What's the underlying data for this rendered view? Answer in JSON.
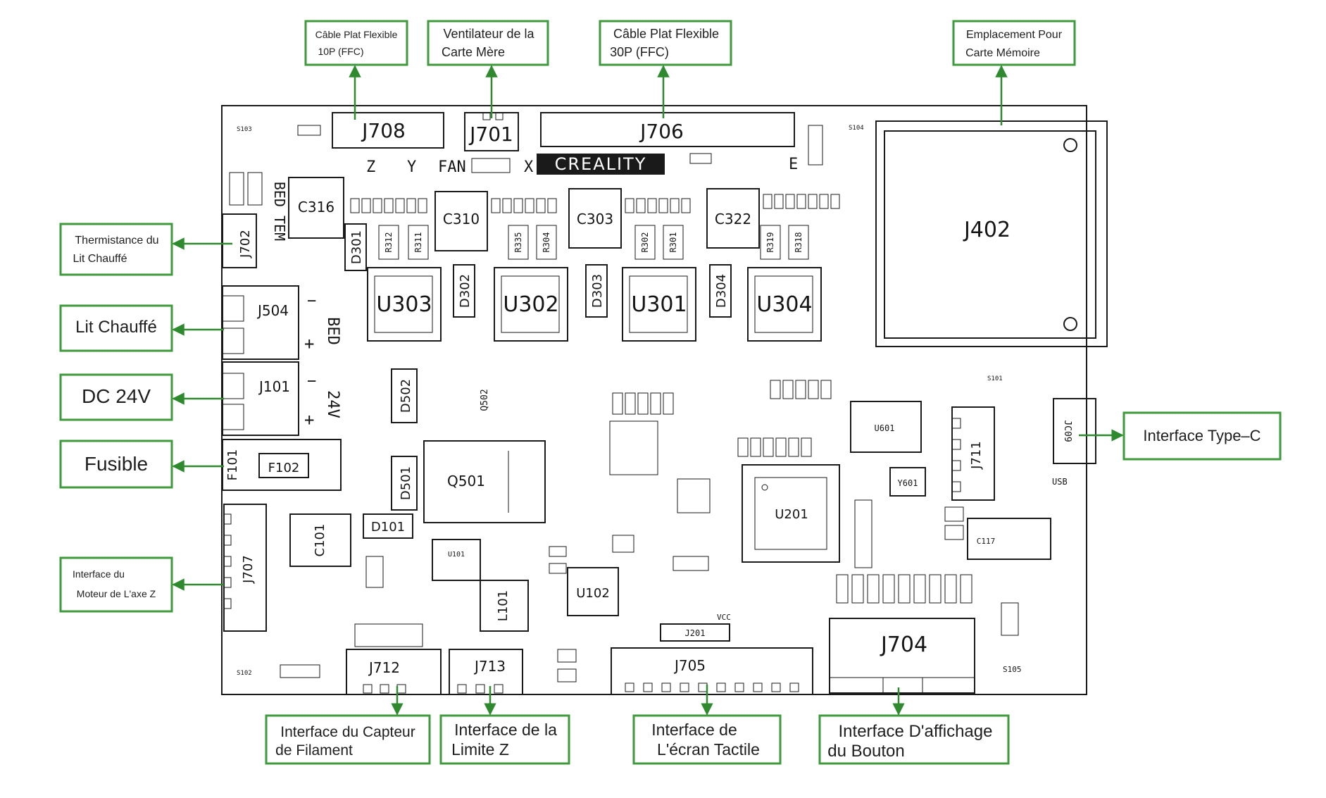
{
  "diagram": {
    "callouts": {
      "j708_ffc": {
        "line1": "Câble Plat Flexible",
        "line2": "10P (FFC)"
      },
      "fan": {
        "line1": "Ventilateur de la",
        "line2": "Carte Mère"
      },
      "j706_ffc": {
        "line1": "Câble Plat Flexible",
        "line2": "30P (FFC)"
      },
      "sd_card": {
        "line1": "Emplacement Pour",
        "line2": "Carte Mémoire"
      },
      "thermistor": {
        "line1": "Thermistance du",
        "line2": "Lit Chauffé"
      },
      "heated_bed": {
        "line1": "Lit Chauffé"
      },
      "dc24v": {
        "line1": "DC 24V"
      },
      "fuse": {
        "line1": "Fusible"
      },
      "z_motor": {
        "line1": "Interface du",
        "line2": "Moteur de L'axe Z"
      },
      "type_c": {
        "line1": "Interface Type–C"
      },
      "filament_sensor": {
        "line1": "Interface du Capteur",
        "line2": "de Filament"
      },
      "z_limit": {
        "line1": "Interface de la",
        "line2": "Limite Z"
      },
      "touch_screen": {
        "line1": "Interface de",
        "line2": "L'écran Tactile"
      },
      "knob_display": {
        "line1": "Interface D'affichage",
        "line2": "du Bouton"
      }
    },
    "board": {
      "brand": "CREALITY",
      "connectors": {
        "j708": "J708",
        "j701": "J701",
        "j706": "J706",
        "j402": "J402",
        "j702": "J702",
        "j504": "J504",
        "j101": "J101",
        "f101": "F101",
        "f102": "F102",
        "j707": "J707",
        "j712": "J712",
        "j713": "J713",
        "j705": "J705",
        "j704": "J704",
        "j711": "J711",
        "jc09": "JC09",
        "j201": "J201"
      },
      "chips": {
        "u303": "U303",
        "u302": "U302",
        "u301": "U301",
        "u304": "U304",
        "u201": "U201",
        "u601": "U601",
        "u101": "U101",
        "u102": "U102",
        "y601": "Y601",
        "q501": "Q501",
        "q502": "Q502",
        "l101": "L101"
      },
      "caps": {
        "c316": "C316",
        "c310": "C310",
        "c303": "C303",
        "c322": "C322",
        "c101": "C101",
        "c117": "C117"
      },
      "diodes": {
        "d301": "D301",
        "d302": "D302",
        "d303": "D303",
        "d304": "D304",
        "d502": "D502",
        "d501": "D501",
        "d101": "D101"
      },
      "resistors": {
        "r312": "R312",
        "r311": "R311",
        "r335": "R335",
        "r304": "R304",
        "r302": "R302",
        "r301": "R301",
        "r319": "R319",
        "r318": "R318"
      },
      "silk": {
        "z": "Z",
        "y": "Y",
        "fan": "FAN",
        "x": "X",
        "e": "E",
        "bed_tem": "BED TEM",
        "bed": "BED",
        "v24": "24V",
        "minus": "−",
        "plus": "+",
        "usb": "USB",
        "vcc": "VCC",
        "s101": "S101",
        "s102": "S102",
        "s103": "S103",
        "s104": "S104",
        "s105": "S105"
      }
    },
    "colors": {
      "callout_border": "#3f9a3c",
      "arrow": "#2f8a2f",
      "board_line": "#1a1a1a",
      "brand_bg": "#1a1a1a"
    }
  }
}
